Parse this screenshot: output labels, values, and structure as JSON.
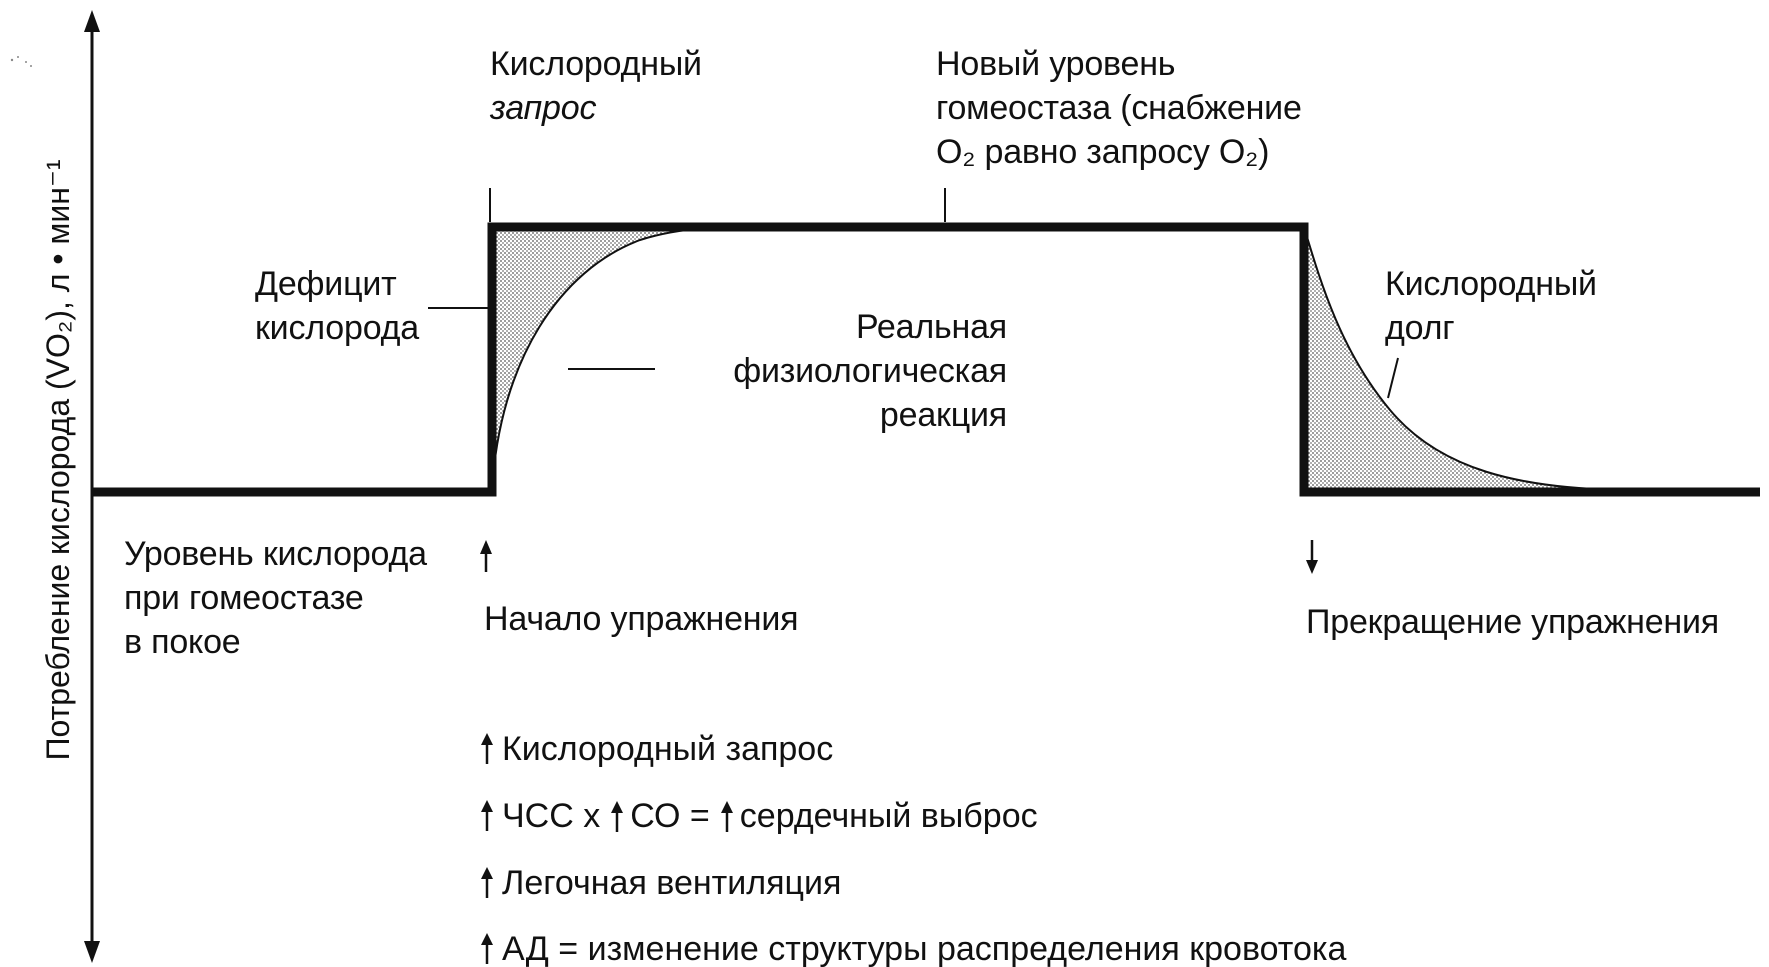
{
  "axis": {
    "y_label": "Потребление кислорода (VO₂), л • мин⁻¹"
  },
  "labels": {
    "oxygen_demand": [
      "Кислородный",
      "запрос"
    ],
    "new_level": [
      "Новый уровень",
      "гомеостаза (снабжение",
      "O₂ равно запросу O₂)"
    ],
    "deficit": [
      "Дефицит",
      "кислорода"
    ],
    "real_response": [
      "Реальная",
      "физиологическая",
      "реакция"
    ],
    "oxygen_debt": [
      "Кислородный",
      "долг"
    ],
    "rest_level": [
      "Уровень кислорода",
      "при гомеостазе",
      "в покое"
    ],
    "exercise_start": "Начало упражнения",
    "exercise_stop": "Прекращение упражнения"
  },
  "effects": {
    "row1": {
      "text": "Кислородный запрос"
    },
    "row2": {
      "a": "ЧСС х",
      "b": "СО =",
      "c": "сердечный выброс"
    },
    "row3": {
      "text": "Легочная вентиляция"
    },
    "row4": {
      "text": "АД = изменение структуры распределения кровотока"
    }
  },
  "colors": {
    "ink": "#111111",
    "shade": "#c8c8c8"
  }
}
